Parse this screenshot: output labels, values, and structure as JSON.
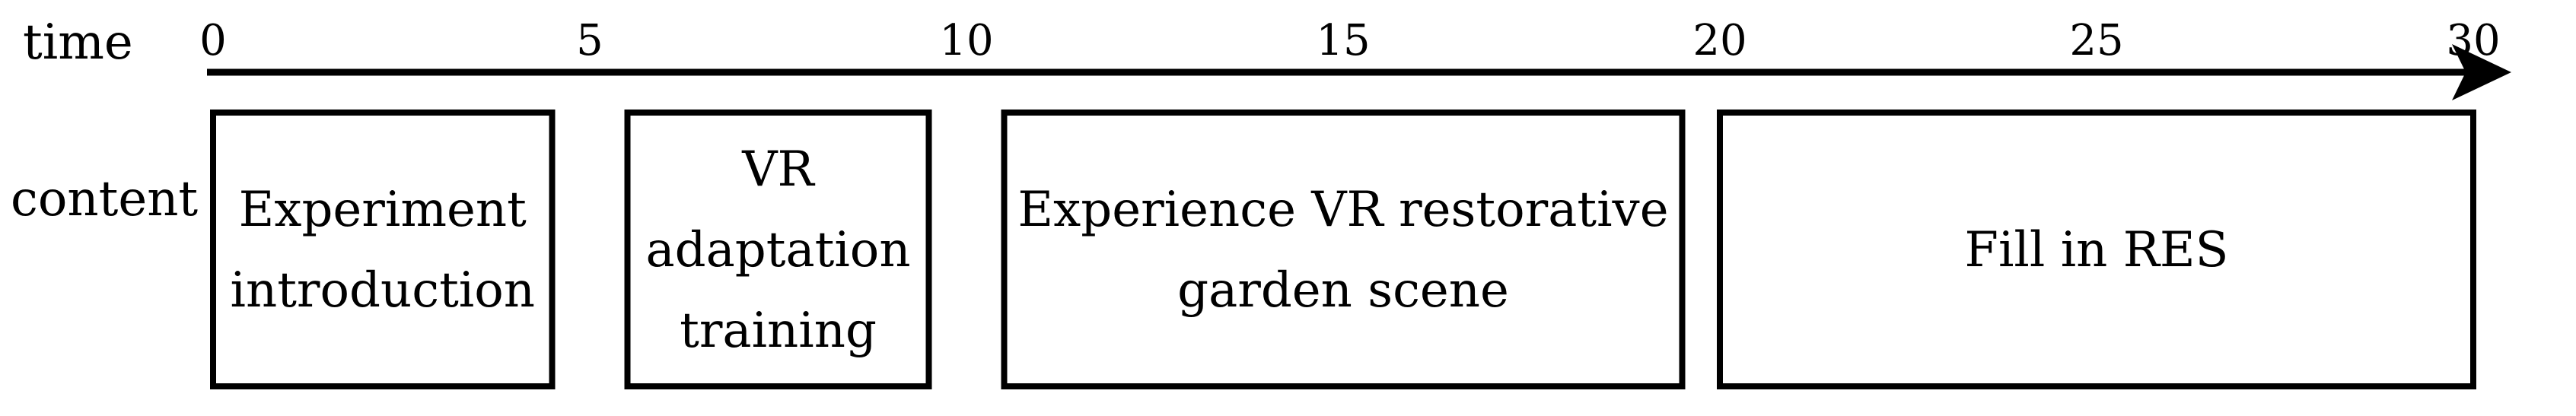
{
  "labels": {
    "time": "time",
    "content": "content"
  },
  "axis": {
    "min": 0,
    "max": 30,
    "ticks": [
      "0",
      "5",
      "10",
      "15",
      "20",
      "25",
      "30"
    ]
  },
  "phases": [
    {
      "start": 0,
      "end": 4.5,
      "lines": [
        "Experiment",
        "introduction"
      ]
    },
    {
      "start": 5.5,
      "end": 9.5,
      "lines": [
        "VR",
        "adaptation",
        "training"
      ]
    },
    {
      "start": 10.5,
      "end": 19.5,
      "lines": [
        "Experience VR restorative",
        "garden scene"
      ]
    },
    {
      "start": 20,
      "end": 30,
      "lines": [
        "Fill in RES"
      ]
    }
  ]
}
